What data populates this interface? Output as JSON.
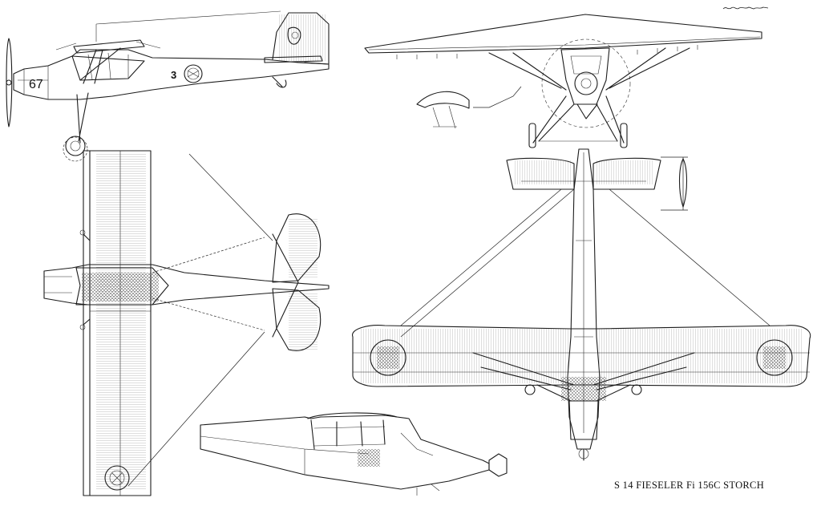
{
  "caption": "S 14 FIESELER Fi 156C STORCH",
  "side_view": {
    "nose_number": "67",
    "fuselage_number": "3"
  },
  "colors": {
    "ink": "#1c1c1c",
    "paper": "#ffffff",
    "hatch": "#555555"
  }
}
